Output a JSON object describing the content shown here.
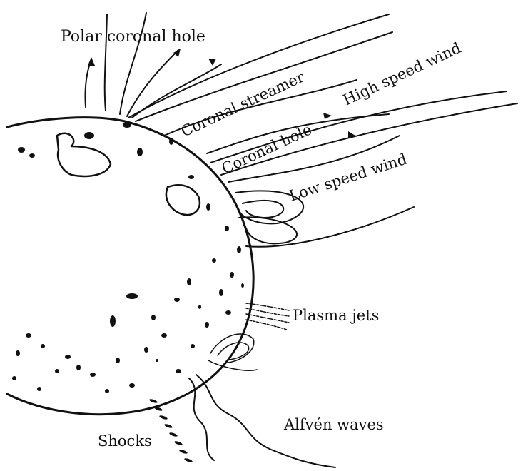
{
  "labels": {
    "polar_coronal_hole": "Polar coronal hole",
    "coronal_streamer": "Coronal streamer",
    "high_speed_wind": "High speed wind",
    "coronal_hole": "Coronal hole",
    "low_speed_wind": "Low speed wind",
    "plasma_jets": "Plasma jets",
    "alfven_waves": "Alfvén waves",
    "shocks": "Shocks"
  }
}
